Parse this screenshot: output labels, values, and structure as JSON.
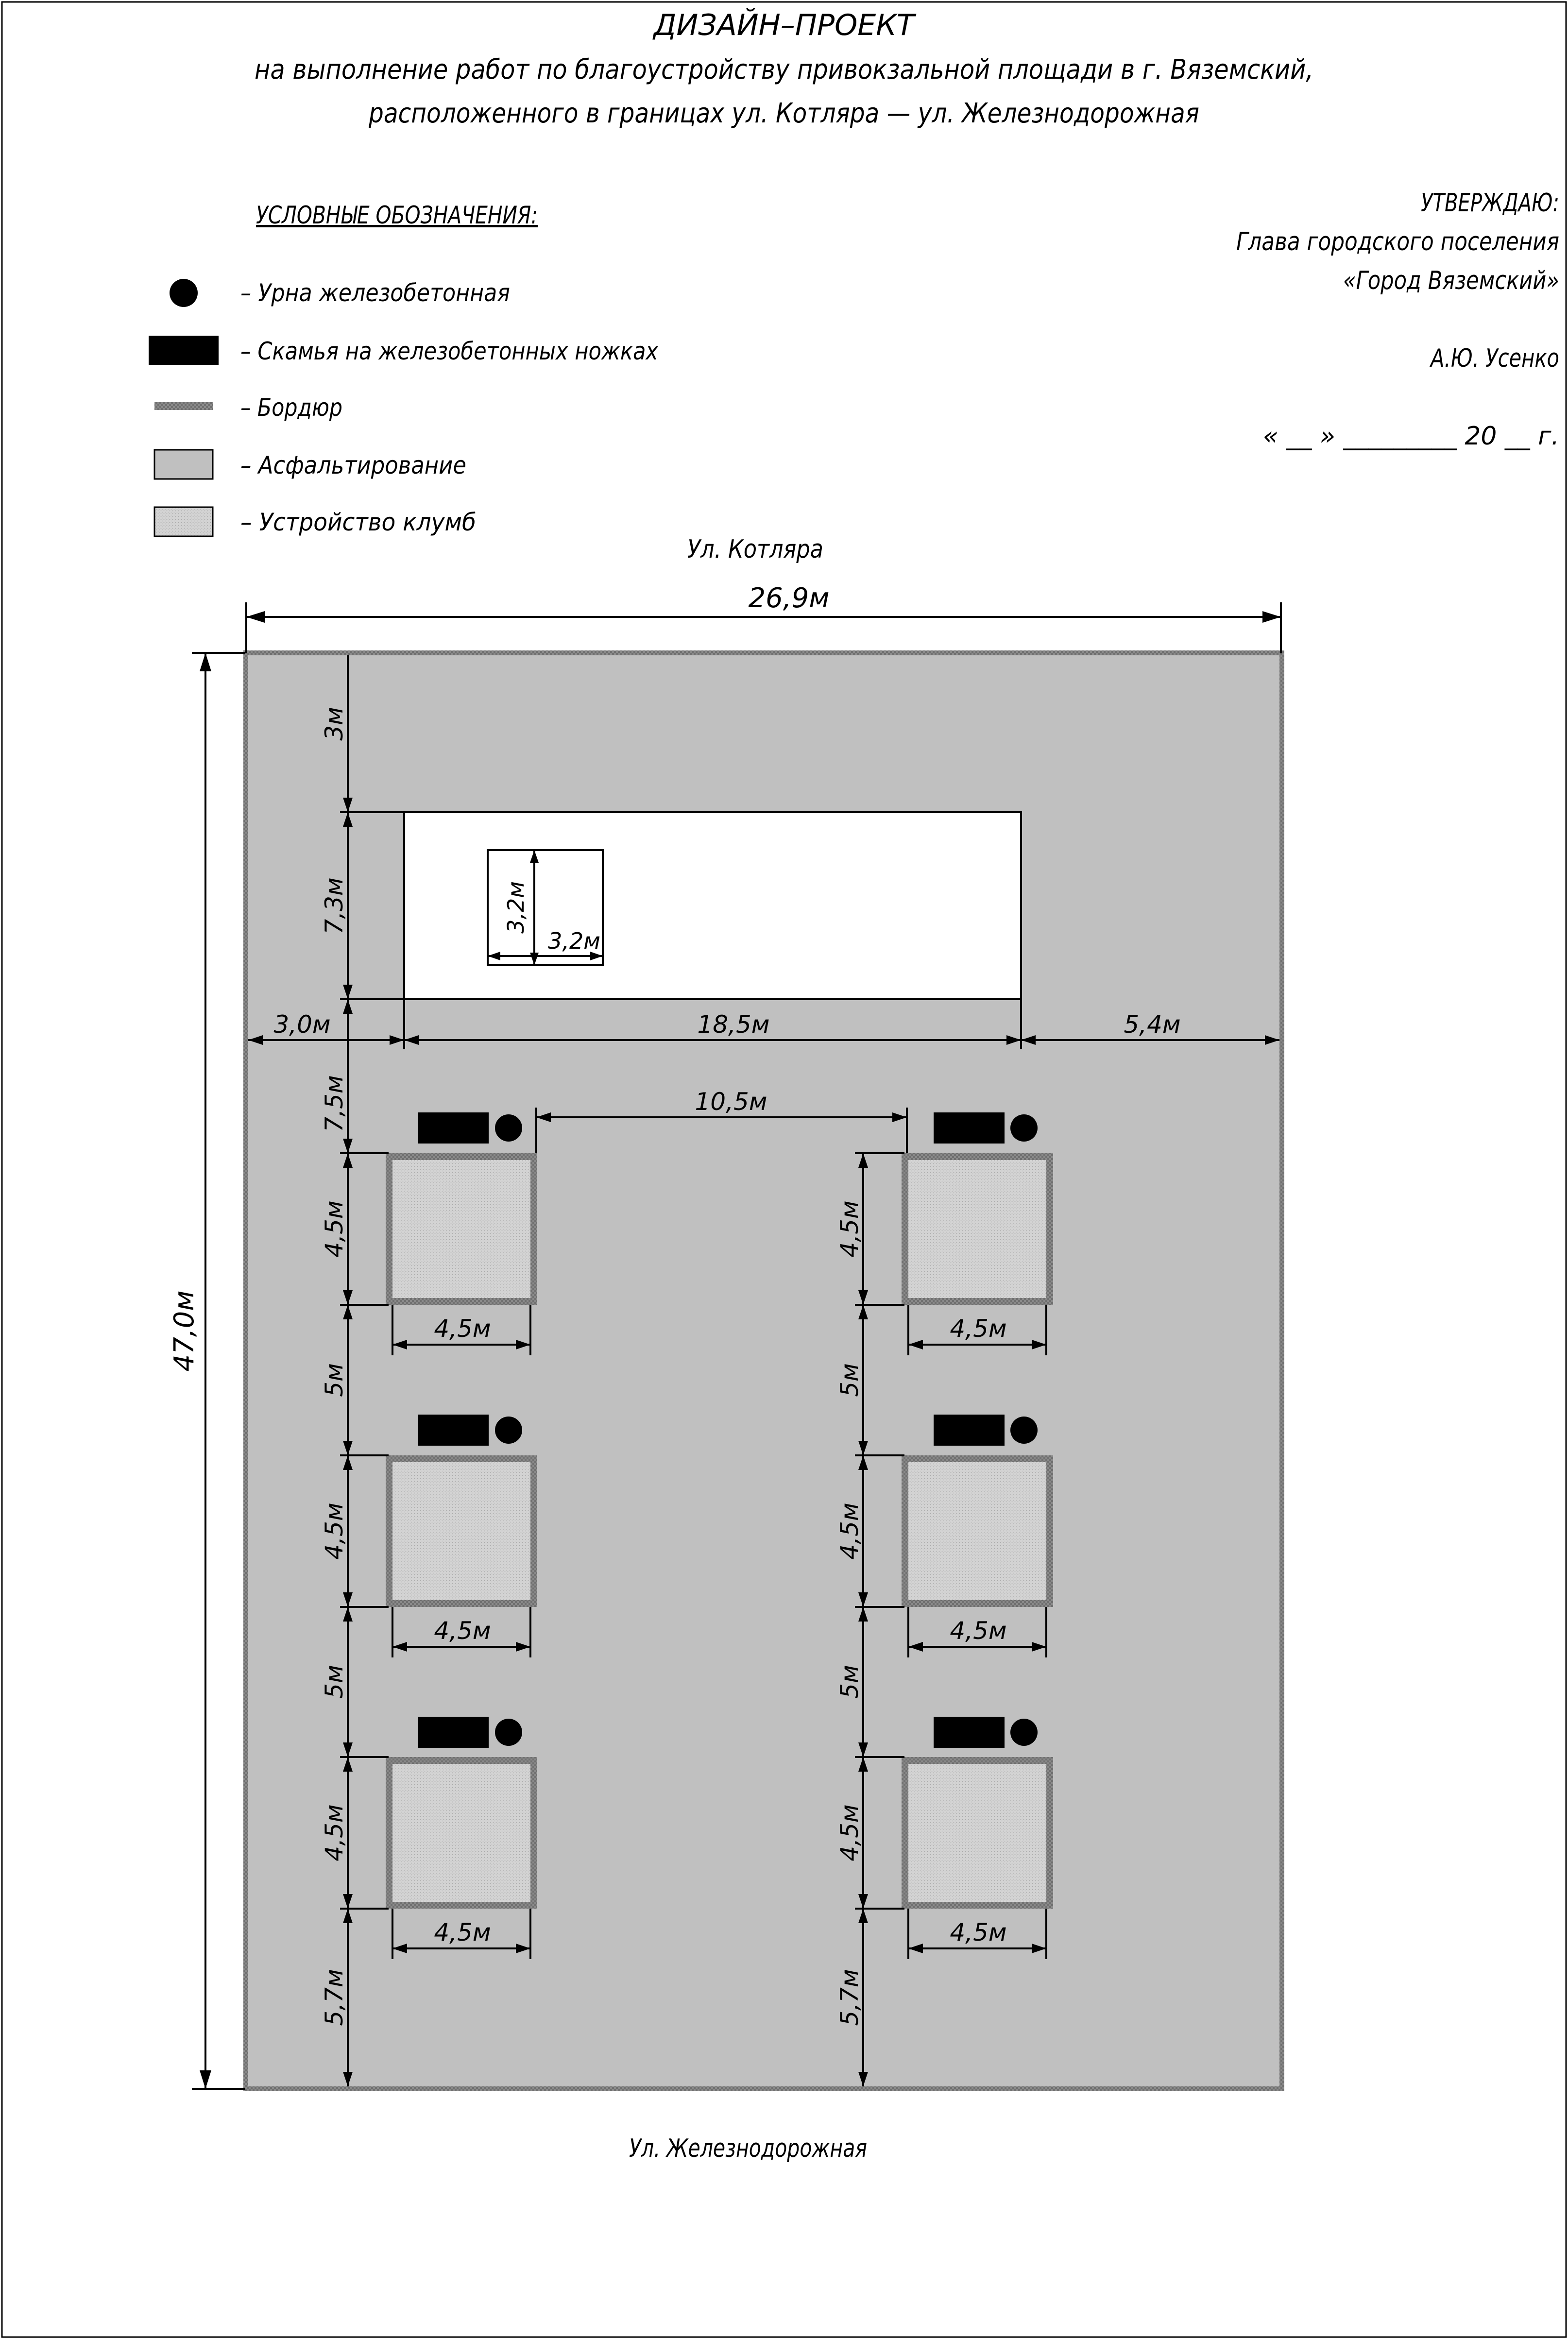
{
  "title": {
    "line1": "ДИЗАЙН–ПРОЕКТ",
    "line2": "на выполнение работ по благоустройству привокзальной площади в г. Вяземский,",
    "line3": "расположенного в границах ул. Котляра — ул. Железнодорожная"
  },
  "legend": {
    "heading": "УСЛОВНЫЕ ОБОЗНАЧЕНИЯ:",
    "items": [
      {
        "symbol": "urn-icon",
        "label": "– Урна железобетонная"
      },
      {
        "symbol": "bench-icon",
        "label": "– Скамья на железобетонных ножках"
      },
      {
        "symbol": "curb-icon",
        "label": "– Бордюр"
      },
      {
        "symbol": "asphalt-icon",
        "label": "– Асфальтирование"
      },
      {
        "symbol": "flowerbed-icon",
        "label": "– Устройство клумб"
      }
    ]
  },
  "approval": {
    "line1": "УТВЕРЖДАЮ:",
    "line2": "Глава городского поселения",
    "line3": "«Город Вяземский»",
    "name": "А.Ю. Усенко",
    "date": "« __ » _________ 20 __ г."
  },
  "streets": {
    "top": "Ул. Котляра",
    "bottom": "Ул. Железнодорожная"
  },
  "dimensions": {
    "overall_width": "26,9м",
    "overall_height": "47,0м",
    "top_gap": "3м",
    "building_height": "7,3м",
    "left_offset": "3,0м",
    "building_width": "18,5м",
    "right_offset": "5,4м",
    "inner_box_h": "3,2м",
    "inner_box_w": "3,2м",
    "to_beds": "7,5м",
    "bed_spacing_x": "10,5м",
    "bed_size": "4,5м",
    "bed_gap": "5м",
    "bottom_gap": "5,7м"
  },
  "colors": {
    "asphalt": "#c0c0c0",
    "curb": "#707070",
    "flowerbed": "#d4d4d4",
    "building": "#ffffff",
    "ink": "#000000"
  }
}
